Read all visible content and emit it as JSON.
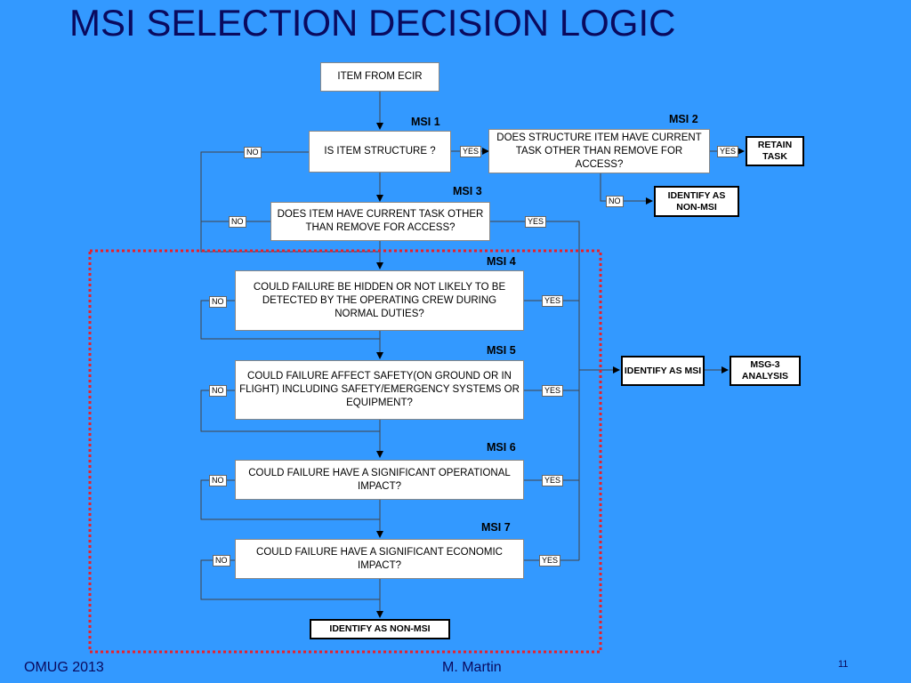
{
  "title": "MSI SELECTION DECISION LOGIC",
  "boxes": {
    "item_from_ecir": "ITEM FROM ECIR",
    "is_item_structure": "IS ITEM STRUCTURE ?",
    "msi2_question": "DOES STRUCTURE ITEM HAVE CURRENT TASK OTHER THAN REMOVE FOR ACCESS?",
    "msi3_question": "DOES ITEM HAVE CURRENT TASK OTHER THAN REMOVE FOR ACCESS?",
    "msi4_question": "COULD FAILURE BE HIDDEN OR NOT LIKELY TO BE DETECTED BY THE OPERATING CREW DURING NORMAL DUTIES?",
    "msi5_question": "COULD FAILURE AFFECT SAFETY(ON GROUND OR IN FLIGHT) INCLUDING SAFETY/EMERGENCY SYSTEMS OR EQUIPMENT?",
    "msi6_question": "COULD FAILURE HAVE A SIGNIFICANT OPERATIONAL IMPACT?",
    "msi7_question": "COULD FAILURE HAVE A SIGNIFICANT ECONOMIC IMPACT?"
  },
  "results": {
    "retain_task": "RETAIN TASK",
    "identify_non_msi_top": "IDENTIFY AS NON-MSI",
    "identify_msi": "IDENTIFY AS MSI",
    "msg3_analysis": "MSG-3 ANALYSIS",
    "identify_non_msi_bottom": "IDENTIFY AS NON-MSI"
  },
  "labels": {
    "msi1": "MSI 1",
    "msi2": "MSI 2",
    "msi3": "MSI 3",
    "msi4": "MSI 4",
    "msi5": "MSI 5",
    "msi6": "MSI 6",
    "msi7": "MSI 7",
    "yes": "YES",
    "no": "NO"
  },
  "footer": {
    "left": "OMUG 2013",
    "center": "M. Martin",
    "page": "11"
  },
  "colors": {
    "background": "#3399ff",
    "title": "#0a0a5e",
    "dotted_border": "#e8202a"
  }
}
